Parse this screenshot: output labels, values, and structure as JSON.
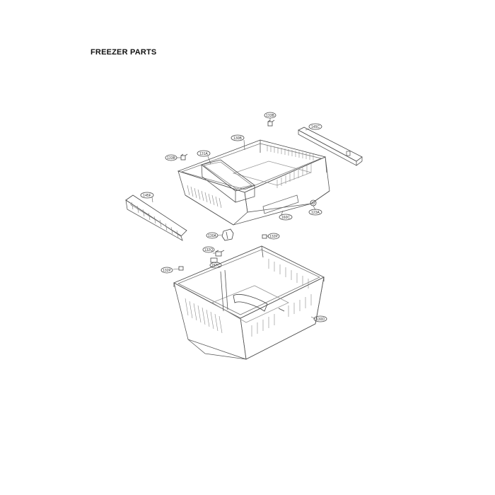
{
  "title": "FREEZER PARTS",
  "labels": {
    "p133B_top": "133B",
    "p130B": "130B",
    "p145C": "145C",
    "p133B_left": "133B",
    "p131A": "131A",
    "p145F": "145F",
    "p160C": "160C",
    "p123A": "123A",
    "p130A": "130A",
    "p132P_right": "132P",
    "p132Q": "132Q",
    "p237C": "237C",
    "p132P_left": "132P",
    "p130D": "130D"
  }
}
